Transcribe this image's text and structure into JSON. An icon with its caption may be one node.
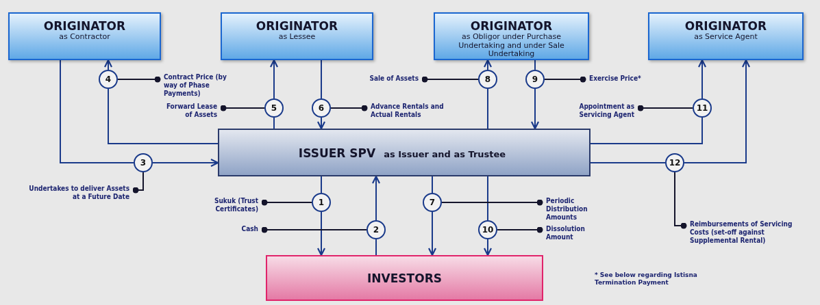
{
  "diagram": {
    "nodes": [
      {
        "text": [
          "ORIGINATOR",
          "as Contractor"
        ]
      },
      {
        "text": [
          "ORIGINATOR",
          "as Lessee"
        ]
      },
      {
        "text": [
          "ORIGINATOR",
          "as Obligor under Purchase Undertaking and under Sale Undertaking"
        ]
      },
      {
        "text": [
          "ORIGINATOR",
          "as Service Agent"
        ]
      },
      {
        "text": [
          "ISSUER SPV",
          "as Issuer and as Trustee"
        ]
      },
      {
        "text": [
          "INVESTORS"
        ]
      },
      {
        "text": [
          "1"
        ]
      },
      {
        "text": [
          "2"
        ]
      },
      {
        "text": [
          "3"
        ]
      },
      {
        "text": [
          "4"
        ]
      },
      {
        "text": [
          "5"
        ]
      },
      {
        "text": [
          "6"
        ]
      },
      {
        "text": [
          "7"
        ]
      },
      {
        "text": [
          "8"
        ]
      },
      {
        "text": [
          "9"
        ]
      },
      {
        "text": [
          "10"
        ]
      },
      {
        "text": [
          "11"
        ]
      },
      {
        "text": [
          "12"
        ]
      },
      {
        "text": [
          "Sukuk (Trust Certificates)"
        ]
      },
      {
        "text": [
          "Cash"
        ]
      },
      {
        "text": [
          "Undertakes to deliver Assets at a Future Date"
        ]
      },
      {
        "text": [
          "Contract Price (by way of Phase Payments)"
        ]
      },
      {
        "text": [
          "Forward Lease of Assets"
        ]
      },
      {
        "text": [
          "Advance Rentals and Actual Rentals"
        ]
      },
      {
        "text": [
          "Periodic Distribution Amounts"
        ]
      },
      {
        "text": [
          "Sale of Assets"
        ]
      },
      {
        "text": [
          "Exercise Price*"
        ]
      },
      {
        "text": [
          "Dissolution Amount"
        ]
      },
      {
        "text": [
          "Appointment as Servicing Agent"
        ]
      },
      {
        "text": [
          "Reimbursements of Servicing Costs (set-off against Supplemental Rental)"
        ]
      }
    ],
    "edges": [
      {
        "from": 4,
        "to": 6,
        "arrow": "none"
      },
      {
        "from": 6,
        "to": 5,
        "arrow": "to"
      },
      {
        "from": 5,
        "to": 7,
        "arrow": "none"
      },
      {
        "from": 7,
        "to": 4,
        "arrow": "to"
      },
      {
        "from": 0,
        "to": 8,
        "arrow": "none"
      },
      {
        "from": 8,
        "to": 4,
        "arrow": "to"
      },
      {
        "from": 4,
        "to": 9,
        "arrow": "none"
      },
      {
        "from": 9,
        "to": 0,
        "arrow": "to"
      },
      {
        "from": 4,
        "to": 10,
        "arrow": "none"
      },
      {
        "from": 10,
        "to": 1,
        "arrow": "to"
      },
      {
        "from": 1,
        "to": 11,
        "arrow": "none"
      },
      {
        "from": 11,
        "to": 4,
        "arrow": "to"
      },
      {
        "from": 4,
        "to": 12,
        "arrow": "none"
      },
      {
        "from": 12,
        "to": 5,
        "arrow": "to"
      },
      {
        "from": 4,
        "to": 13,
        "arrow": "none"
      },
      {
        "from": 13,
        "to": 2,
        "arrow": "to"
      },
      {
        "from": 2,
        "to": 14,
        "arrow": "none"
      },
      {
        "from": 14,
        "to": 4,
        "arrow": "to"
      },
      {
        "from": 4,
        "to": 15,
        "arrow": "none"
      },
      {
        "from": 15,
        "to": 5,
        "arrow": "to"
      },
      {
        "from": 4,
        "to": 16,
        "arrow": "none"
      },
      {
        "from": 16,
        "to": 3,
        "arrow": "to"
      },
      {
        "from": 4,
        "to": 17,
        "arrow": "none"
      },
      {
        "from": 17,
        "to": 3,
        "arrow": "to"
      },
      {
        "from": 18,
        "to": 6,
        "arrow": "other",
        "color": "#14142b"
      },
      {
        "from": 19,
        "to": 7,
        "arrow": "other",
        "color": "#14142b"
      },
      {
        "from": 20,
        "to": 8,
        "arrow": "other",
        "color": "#14142b"
      },
      {
        "from": 21,
        "to": 9,
        "arrow": "other",
        "color": "#14142b"
      },
      {
        "from": 22,
        "to": 10,
        "arrow": "other",
        "color": "#14142b"
      },
      {
        "from": 23,
        "to": 11,
        "arrow": "other",
        "color": "#14142b"
      },
      {
        "from": 24,
        "to": 12,
        "arrow": "other",
        "color": "#14142b"
      },
      {
        "from": 25,
        "to": 13,
        "arrow": "other",
        "color": "#14142b"
      },
      {
        "from": 26,
        "to": 14,
        "arrow": "other",
        "color": "#14142b"
      },
      {
        "from": 27,
        "to": 15,
        "arrow": "other",
        "color": "#14142b"
      },
      {
        "from": 28,
        "to": 16,
        "arrow": "other",
        "color": "#14142b"
      },
      {
        "from": 29,
        "to": 17,
        "arrow": "other",
        "color": "#14142b"
      }
    ],
    "labels": [
      "* See below regarding Istisna Termination Payment"
    ]
  }
}
